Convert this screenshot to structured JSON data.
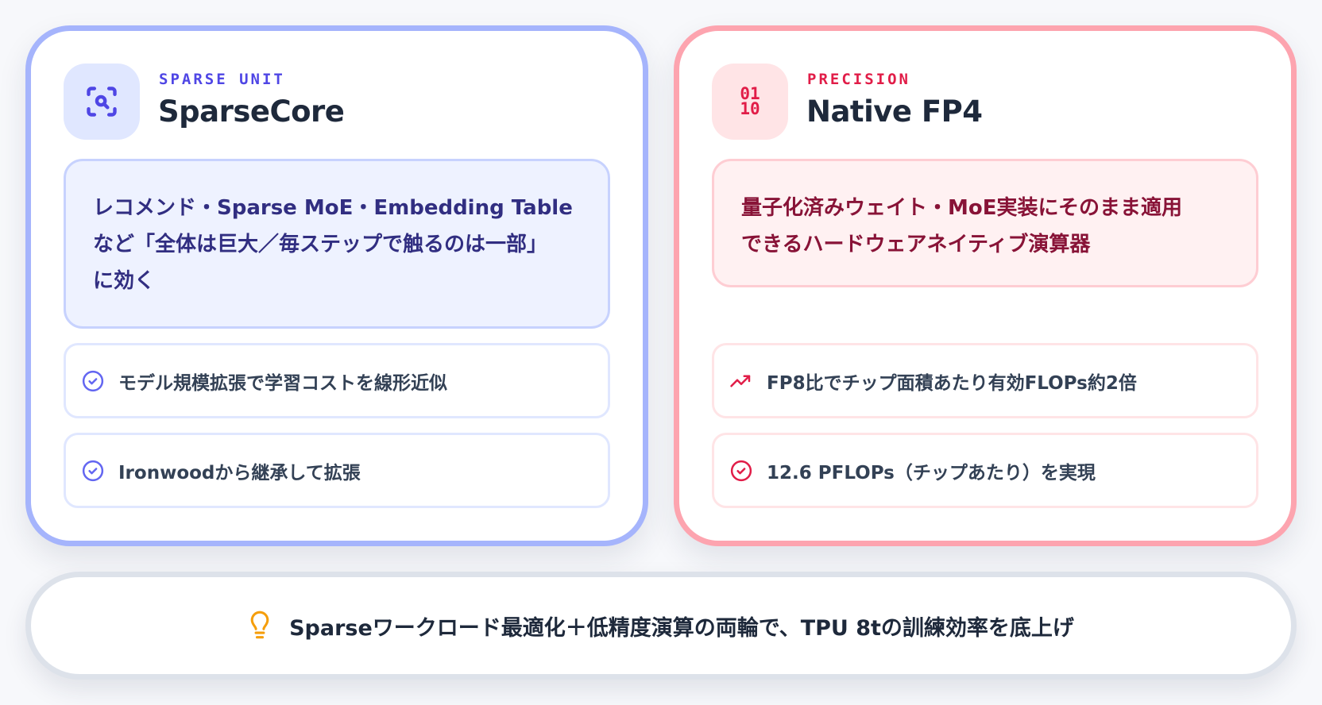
{
  "cards": [
    {
      "id": "sparsecore",
      "icon": "scan-search-icon",
      "eyebrow": "SPARSE UNIT",
      "title": "SparseCore",
      "accent": "#4f46e5",
      "border": "#a5b4fc",
      "highlight_lines": [
        "レコメンド・Sparse MoE・Embedding Table",
        "など「全体は巨大／毎ステップで触るのは一部」",
        "に効く"
      ],
      "items": [
        {
          "icon": "check-circle-icon",
          "text": "モデル規模拡張で学習コストを線形近似"
        },
        {
          "icon": "check-circle-icon",
          "text": "Ironwoodから継承して拡張"
        }
      ]
    },
    {
      "id": "native-fp4",
      "icon": "binary-icon",
      "icon_text": [
        "01",
        "10"
      ],
      "eyebrow": "PRECISION",
      "title": "Native FP4",
      "accent": "#e11d48",
      "border": "#fda4af",
      "highlight_lines": [
        "量子化済みウェイト・MoE実装にそのまま適用",
        "できるハードウェアネイティブ演算器"
      ],
      "items": [
        {
          "icon": "trending-up-icon",
          "text": "FP8比でチップ面積あたり有効FLOPs約2倍"
        },
        {
          "icon": "check-circle-icon",
          "text": "12.6 PFLOPs（チップあたり）を実現"
        }
      ]
    }
  ],
  "footer": {
    "icon": "lightbulb-icon",
    "icon_color": "#f59e0b",
    "text": "Sparseワークロード最適化＋低精度演算の両輪で、TPU 8tの訓練効率を底上げ"
  }
}
